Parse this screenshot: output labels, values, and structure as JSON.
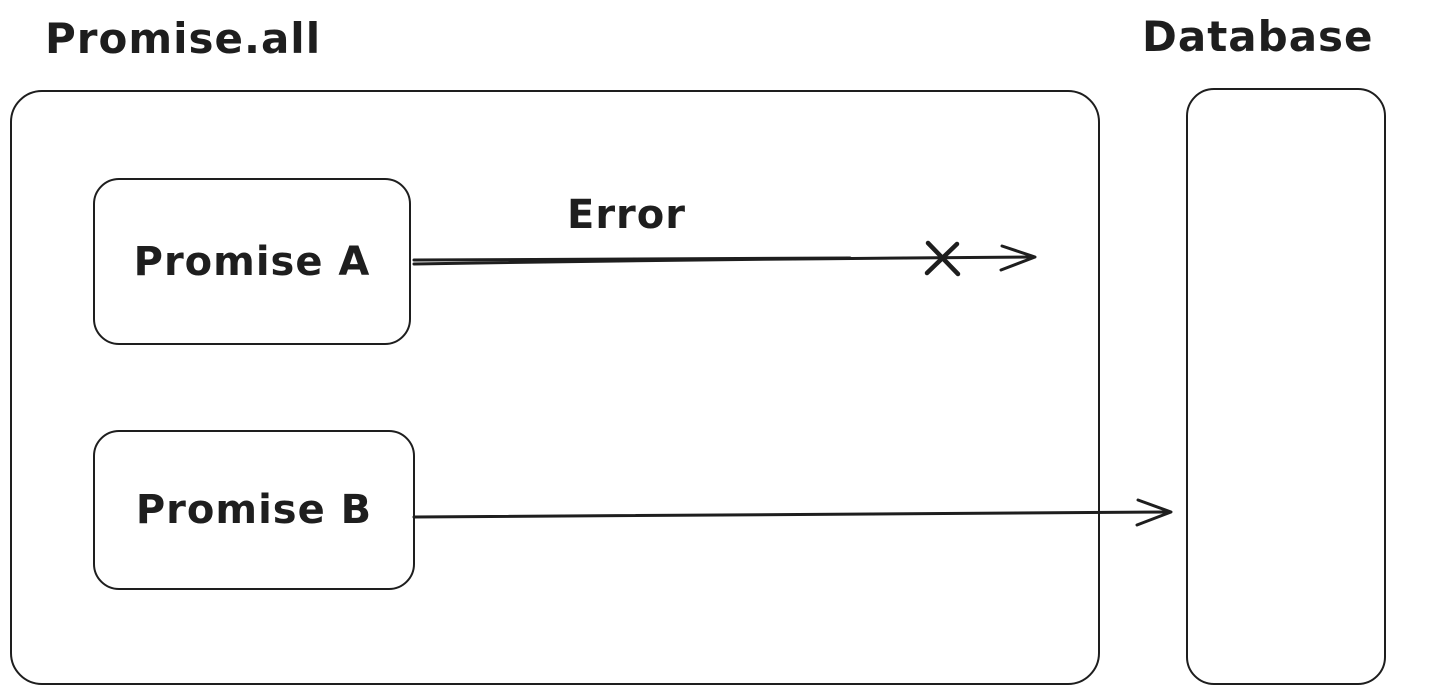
{
  "diagram": {
    "container_label": "Promise.all",
    "database_label": "Database",
    "promise_a_label": "Promise A",
    "promise_b_label": "Promise B",
    "error_label": "Error",
    "stroke_color": "#1e1e1e",
    "background_color": "#ffffff",
    "arrows": [
      {
        "from": "Promise A",
        "to": "Database",
        "label": "Error",
        "reaches_target": false,
        "crossed_out": true
      },
      {
        "from": "Promise B",
        "to": "Database",
        "label": "",
        "reaches_target": true,
        "crossed_out": false
      }
    ]
  }
}
